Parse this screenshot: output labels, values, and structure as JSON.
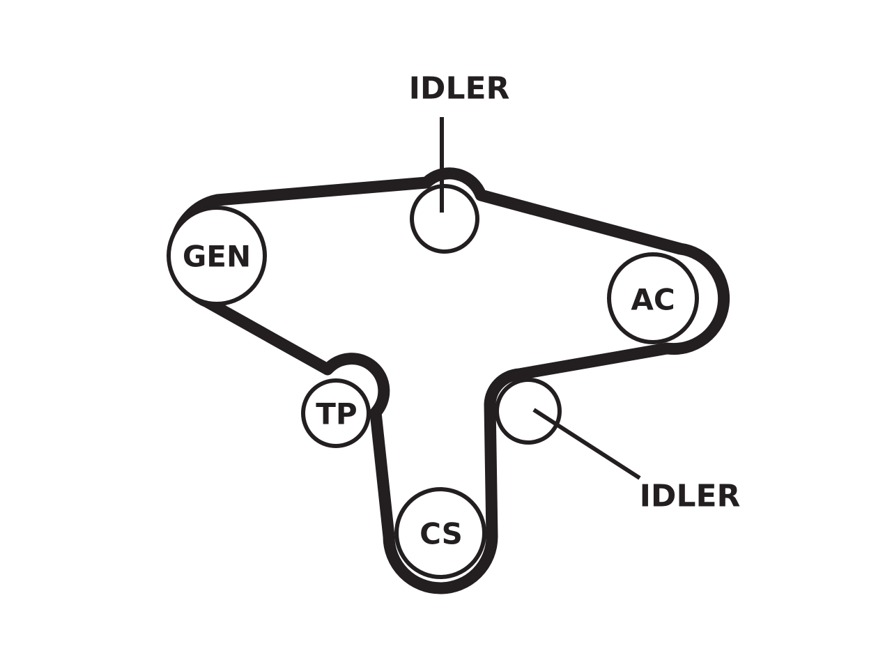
{
  "diagram": {
    "pulleys": {
      "gen": "GEN",
      "ac": "AC",
      "tp": "TP",
      "cs": "CS",
      "idler_top": "",
      "idler_right": ""
    },
    "callouts": {
      "idler_top": "IDLER",
      "idler_right": "IDLER"
    },
    "colors": {
      "ink": "#231f20",
      "background": "#ffffff"
    }
  }
}
